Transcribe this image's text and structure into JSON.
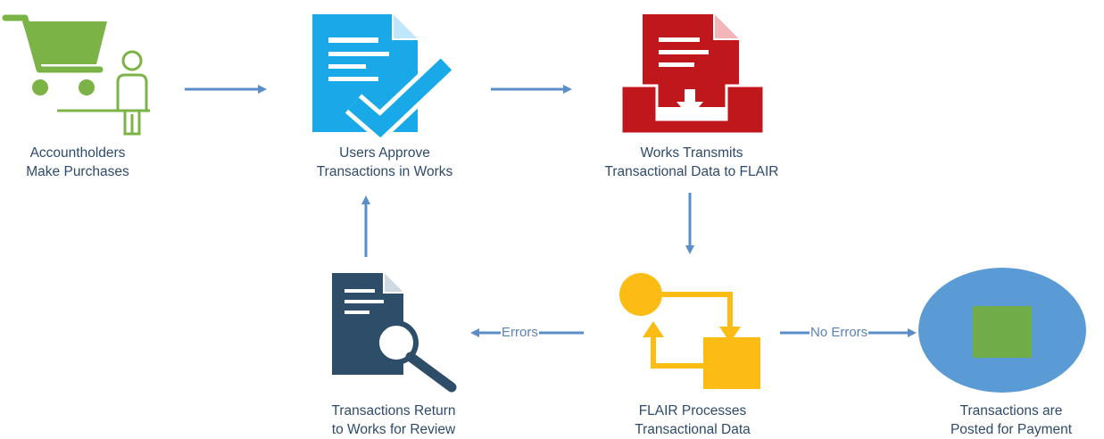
{
  "colors": {
    "cart_green": "#7bb347",
    "doc_blue": "#1aa9e8",
    "doc_red": "#c0171d",
    "flair_yellow": "#fcbc14",
    "review_navy": "#2d4d68",
    "payment_blue": "#5b9bd5",
    "payment_green": "#70ad47",
    "arrow_blue": "#5b8ec8",
    "text": "#2e4a6b"
  },
  "nodes": {
    "purchase": {
      "line1": "Accountholders",
      "line2": "Make Purchases",
      "icon": "shopping-cart-person-icon"
    },
    "approve": {
      "line1": "Users Approve",
      "line2": "Transactions in Works",
      "icon": "document-checkmark-icon"
    },
    "transmit": {
      "line1": "Works Transmits",
      "line2": "Transactional Data to FLAIR",
      "icon": "inbox-tray-download-icon"
    },
    "process": {
      "line1": "FLAIR Processes",
      "line2": "Transactional Data",
      "icon": "process-cycle-icon"
    },
    "review": {
      "line1": "Transactions Return",
      "line2": "to Works for Review",
      "icon": "document-magnifier-icon"
    },
    "posted": {
      "line1": "Transactions are",
      "line2": "Posted for Payment",
      "icon": "payment-circle-icon"
    }
  },
  "edges": {
    "errors": "Errors",
    "no_errors": "No Errors"
  }
}
